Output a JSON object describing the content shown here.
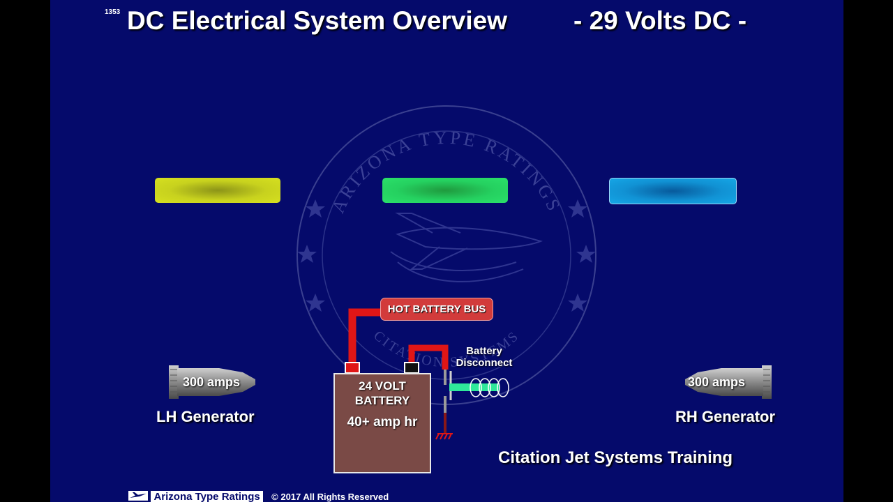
{
  "slide": {
    "number": "1353",
    "title": "DC Electrical System Overview",
    "voltage_label": "- 29 Volts DC -"
  },
  "buses": [
    {
      "id": "left",
      "color": "#c8d21e"
    },
    {
      "id": "center",
      "color": "#25d160"
    },
    {
      "id": "right",
      "color": "#1192d4"
    }
  ],
  "generators": {
    "left": {
      "label": "LH Generator",
      "rating": "300 amps"
    },
    "right": {
      "label": "RH Generator",
      "rating": "300 amps"
    }
  },
  "battery": {
    "line1": "24 VOLT",
    "line2": "BATTERY",
    "capacity": "40+ amp hr"
  },
  "hot_battery_bus": "HOT BATTERY BUS",
  "battery_disconnect": {
    "line1": "Battery",
    "line2": "Disconnect"
  },
  "watermark": {
    "top_text": "ARIZONA TYPE RATINGS",
    "bottom_text": "CITATION SYSTEMS"
  },
  "footer": {
    "brand": "Arizona Type Ratings",
    "copyright": "© 2017  All Rights Reserved",
    "training": "Citation Jet  Systems  Training"
  },
  "colors": {
    "background": "#050a6b",
    "wire_red": "#e01616",
    "relay_green": "#2fe89a",
    "battery_fill": "#7a4a46"
  }
}
